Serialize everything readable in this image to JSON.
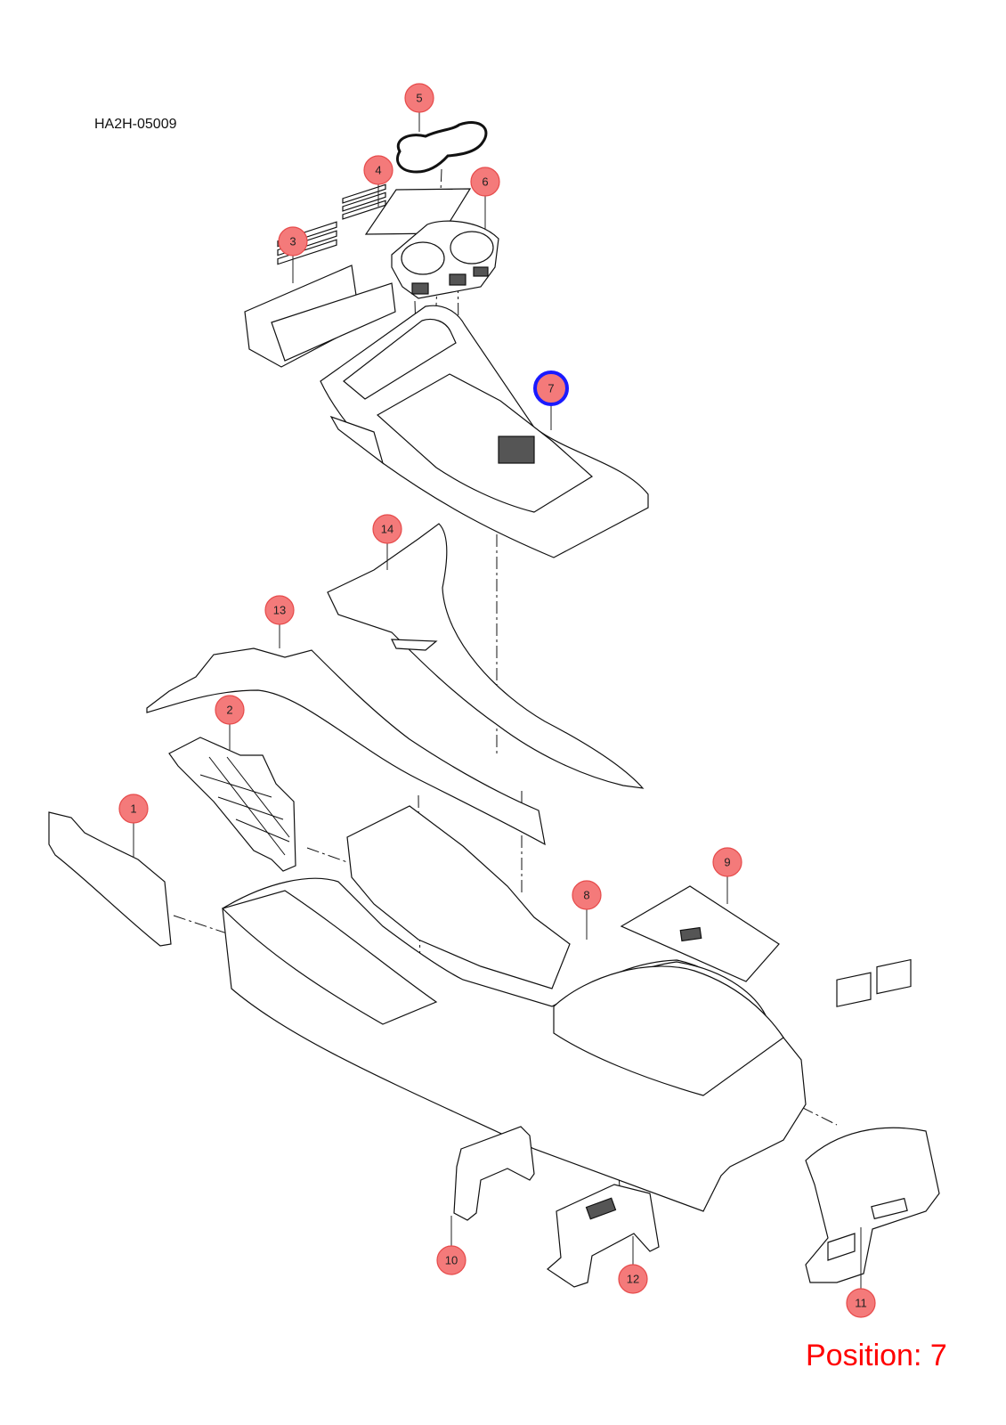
{
  "document_code": "HA2H-05009",
  "position_label": "Position: 7",
  "selected_callout": "7",
  "colors": {
    "callout_fill": "#f47a7a",
    "selected_ring": "#1a1aff",
    "position_text": "#ff0000"
  },
  "callouts": [
    {
      "id": "callout-1",
      "label": "1"
    },
    {
      "id": "callout-2",
      "label": "2"
    },
    {
      "id": "callout-3",
      "label": "3"
    },
    {
      "id": "callout-4",
      "label": "4"
    },
    {
      "id": "callout-5",
      "label": "5"
    },
    {
      "id": "callout-6",
      "label": "6"
    },
    {
      "id": "callout-7",
      "label": "7"
    },
    {
      "id": "callout-8",
      "label": "8"
    },
    {
      "id": "callout-9",
      "label": "9"
    },
    {
      "id": "callout-10",
      "label": "10"
    },
    {
      "id": "callout-11",
      "label": "11"
    },
    {
      "id": "callout-12",
      "label": "12"
    },
    {
      "id": "callout-13",
      "label": "13"
    },
    {
      "id": "callout-14",
      "label": "14"
    }
  ]
}
